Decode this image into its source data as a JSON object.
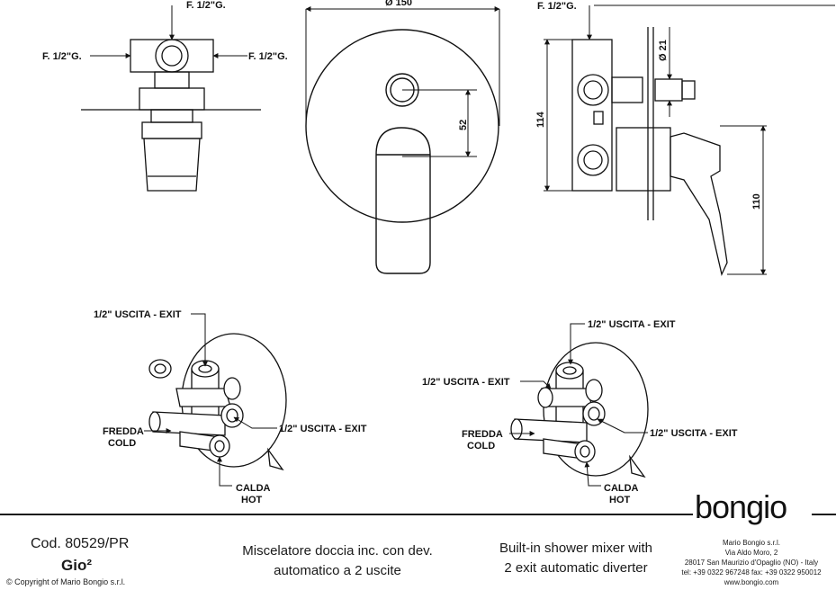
{
  "labels": {
    "thread_top_left": "F. 1/2\"G.",
    "thread_left": "F. 1/2\"G.",
    "thread_right": "F. 1/2\"G.",
    "thread_side": "F. 1/2\"G.",
    "diameter_150": "Ø 150",
    "dim_52": "52",
    "dim_114": "114",
    "dim_21": "Ø 21",
    "dim_110": "110",
    "exit_a_top": "1/2\" USCITA - EXIT",
    "exit_a_right": "1/2\" USCITA - EXIT",
    "fredda_a": "FREDDA",
    "cold_a": "COLD",
    "calda_a": "CALDA",
    "hot_a": "HOT",
    "exit_b_top": "1/2\" USCITA - EXIT",
    "exit_b_left": "1/2\" USCITA - EXIT",
    "exit_b_right": "1/2\" USCITA - EXIT",
    "fredda_b": "FREDDA",
    "cold_b": "COLD",
    "calda_b": "CALDA",
    "hot_b": "HOT"
  },
  "footer": {
    "code": "Cod. 80529/PR",
    "model": "Gio²",
    "copyright": "© Copyright of Mario Bongio s.r.l.",
    "desc_it_1": "Miscelatore doccia inc. con dev.",
    "desc_it_2": "automatico a 2 uscite",
    "desc_en_1": "Built-in shower mixer with",
    "desc_en_2": "2 exit automatic diverter",
    "brand": "bongio",
    "company_name": "Mario Bongio s.r.l.",
    "company_street": "Via Aldo Moro, 2",
    "company_city": "28017 San Maurizio d'Opaglio (NO) - Italy",
    "company_phone": "tel: +39 0322 967248    fax: +39 0322 950012",
    "company_web": "www.bongio.com"
  }
}
